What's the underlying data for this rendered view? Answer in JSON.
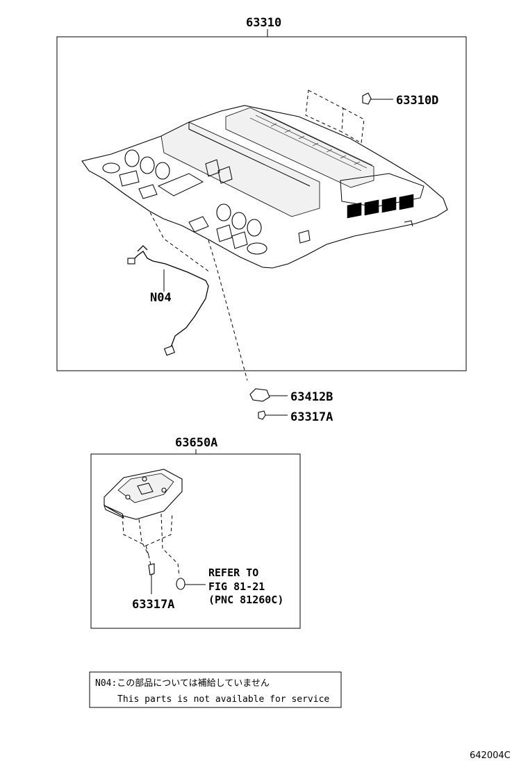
{
  "labels": {
    "headliner": "63310",
    "clip_d": "63310D",
    "wire": "N04",
    "holder_b": "63412B",
    "screw_a_top": "63317A",
    "console": "63650A",
    "screw_a_bottom": "63317A",
    "refer_line1": "REFER TO",
    "refer_line2": "FIG 81-21",
    "refer_line3": "(PNC 81260C)"
  },
  "note": {
    "line_jp": "N04:この部品については補給していません",
    "line_en": "This parts is not available for service"
  },
  "figure_code": "642004C"
}
